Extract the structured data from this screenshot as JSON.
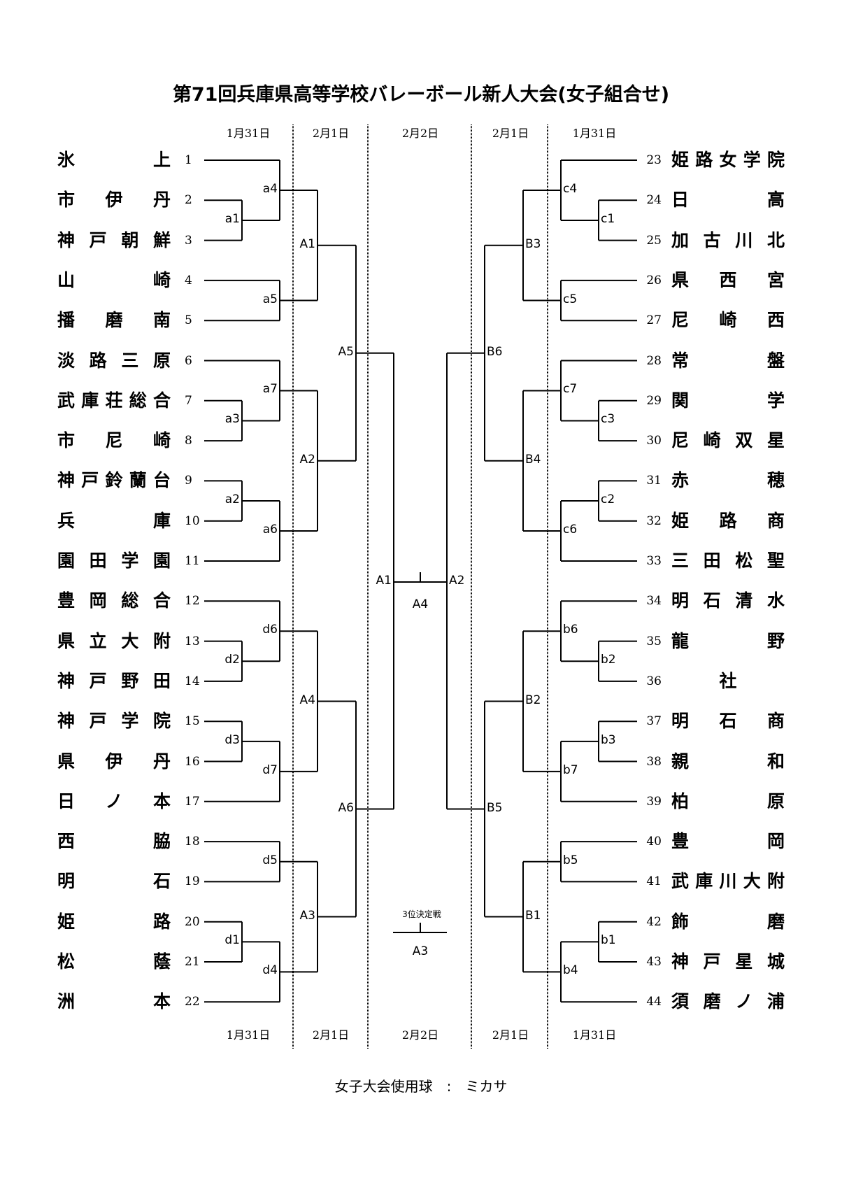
{
  "title": "第71回兵庫県高等学校バレーボール新人大会(女子組合せ)",
  "dates": {
    "left_r1": "1月31日",
    "left_r2": "2月1日",
    "center": "2月2日",
    "right_r2": "2月1日",
    "right_r1": "1月31日"
  },
  "left_teams": [
    {
      "no": "1",
      "name": [
        "氷",
        "上"
      ]
    },
    {
      "no": "2",
      "name": [
        "市",
        "伊",
        "丹"
      ]
    },
    {
      "no": "3",
      "name": [
        "神",
        "戸",
        "朝",
        "鮮"
      ]
    },
    {
      "no": "4",
      "name": [
        "山",
        "崎"
      ]
    },
    {
      "no": "5",
      "name": [
        "播",
        "磨",
        "南"
      ]
    },
    {
      "no": "6",
      "name": [
        "淡",
        "路",
        "三",
        "原"
      ]
    },
    {
      "no": "7",
      "name": [
        "武",
        "庫",
        "荘",
        "総",
        "合"
      ]
    },
    {
      "no": "8",
      "name": [
        "市",
        "尼",
        "崎"
      ]
    },
    {
      "no": "9",
      "name": [
        "神",
        "戸",
        "鈴",
        "蘭",
        "台"
      ]
    },
    {
      "no": "10",
      "name": [
        "兵",
        "庫"
      ]
    },
    {
      "no": "11",
      "name": [
        "園",
        "田",
        "学",
        "園"
      ]
    },
    {
      "no": "12",
      "name": [
        "豊",
        "岡",
        "総",
        "合"
      ]
    },
    {
      "no": "13",
      "name": [
        "県",
        "立",
        "大",
        "附"
      ]
    },
    {
      "no": "14",
      "name": [
        "神",
        "戸",
        "野",
        "田"
      ]
    },
    {
      "no": "15",
      "name": [
        "神",
        "戸",
        "学",
        "院"
      ]
    },
    {
      "no": "16",
      "name": [
        "県",
        "伊",
        "丹"
      ]
    },
    {
      "no": "17",
      "name": [
        "日",
        "ノ",
        "本"
      ]
    },
    {
      "no": "18",
      "name": [
        "西",
        "脇"
      ]
    },
    {
      "no": "19",
      "name": [
        "明",
        "石"
      ]
    },
    {
      "no": "20",
      "name": [
        "姫",
        "路"
      ]
    },
    {
      "no": "21",
      "name": [
        "松",
        "蔭"
      ]
    },
    {
      "no": "22",
      "name": [
        "洲",
        "本"
      ]
    }
  ],
  "right_teams": [
    {
      "no": "23",
      "name": [
        "姫",
        "路",
        "女",
        "学",
        "院"
      ]
    },
    {
      "no": "24",
      "name": [
        "日",
        "高"
      ]
    },
    {
      "no": "25",
      "name": [
        "加",
        "古",
        "川",
        "北"
      ]
    },
    {
      "no": "26",
      "name": [
        "県",
        "西",
        "宮"
      ]
    },
    {
      "no": "27",
      "name": [
        "尼",
        "崎",
        "西"
      ]
    },
    {
      "no": "28",
      "name": [
        "常",
        "盤"
      ]
    },
    {
      "no": "29",
      "name": [
        "関",
        "学"
      ]
    },
    {
      "no": "30",
      "name": [
        "尼",
        "崎",
        "双",
        "星"
      ]
    },
    {
      "no": "31",
      "name": [
        "赤",
        "穂"
      ]
    },
    {
      "no": "32",
      "name": [
        "姫",
        "路",
        "商"
      ]
    },
    {
      "no": "33",
      "name": [
        "三",
        "田",
        "松",
        "聖"
      ]
    },
    {
      "no": "34",
      "name": [
        "明",
        "石",
        "清",
        "水"
      ]
    },
    {
      "no": "35",
      "name": [
        "龍",
        "野"
      ]
    },
    {
      "no": "36",
      "name": [
        "社"
      ]
    },
    {
      "no": "37",
      "name": [
        "明",
        "石",
        "商"
      ]
    },
    {
      "no": "38",
      "name": [
        "親",
        "和"
      ]
    },
    {
      "no": "39",
      "name": [
        "柏",
        "原"
      ]
    },
    {
      "no": "40",
      "name": [
        "豊",
        "岡"
      ]
    },
    {
      "no": "41",
      "name": [
        "武",
        "庫",
        "川",
        "大",
        "附"
      ]
    },
    {
      "no": "42",
      "name": [
        "飾",
        "磨"
      ]
    },
    {
      "no": "43",
      "name": [
        "神",
        "戸",
        "星",
        "城"
      ]
    },
    {
      "no": "44",
      "name": [
        "須",
        "磨",
        "ノ",
        "浦"
      ]
    }
  ],
  "match_labels": {
    "a1": "a1",
    "a2": "a2",
    "a3": "a3",
    "a4": "a4",
    "a5": "a5",
    "a6": "a6",
    "a7": "a7",
    "d1": "d1",
    "d2": "d2",
    "d3": "d3",
    "d4": "d4",
    "d5": "d5",
    "d6": "d6",
    "d7": "d7",
    "A1": "A1",
    "A2": "A2",
    "A3": "A3",
    "A4": "A4",
    "A5": "A5",
    "A6": "A6",
    "c1": "c1",
    "c2": "c2",
    "c3": "c3",
    "c4": "c4",
    "c5": "c5",
    "c6": "c6",
    "c7": "c7",
    "b1": "b1",
    "b2": "b2",
    "b3": "b3",
    "b4": "b4",
    "b5": "b5",
    "b6": "b6",
    "b7": "b7",
    "B1": "B1",
    "B2": "B2",
    "B3": "B3",
    "B4": "B4",
    "B5": "B5",
    "B6": "B6"
  },
  "final": {
    "left_court": "A1",
    "right_court": "A2",
    "court": "A4"
  },
  "third_place": {
    "label": "3位決定戦",
    "court": "A3"
  },
  "footer": "女子大会使用球　:　ミカサ"
}
